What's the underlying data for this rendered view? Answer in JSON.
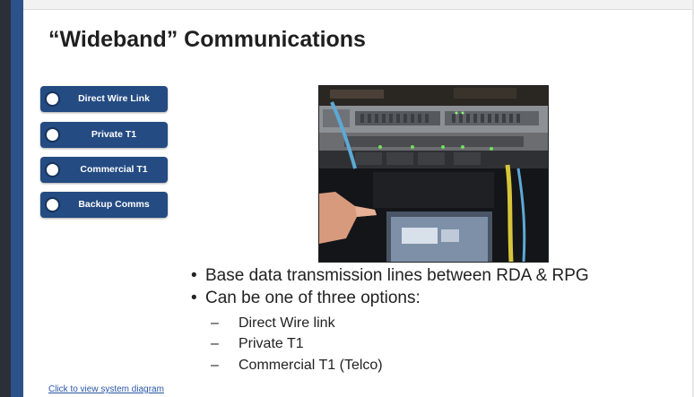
{
  "slide": {
    "title": "“Wideband” Communications"
  },
  "nav_buttons": [
    {
      "label": "Direct Wire Link"
    },
    {
      "label": "Private T1"
    },
    {
      "label": "Commercial T1"
    },
    {
      "label": "Backup Comms"
    }
  ],
  "photo": {
    "icon": "equipment-rack-photo"
  },
  "bullets": [
    {
      "text": "Base data transmission lines between RDA & RPG"
    },
    {
      "text": "Can be one of three options:"
    }
  ],
  "sub_bullets": [
    {
      "dash": "–",
      "text": "Direct Wire link"
    },
    {
      "dash": "–",
      "text": "Private T1"
    },
    {
      "dash": "–",
      "text": "Commercial T1 (Telco)"
    }
  ],
  "footer": {
    "link_text": "Click to view system diagram"
  },
  "colors": {
    "button_bg": "#244b82",
    "left_bar": "#2d5289",
    "link": "#2a55a8"
  }
}
